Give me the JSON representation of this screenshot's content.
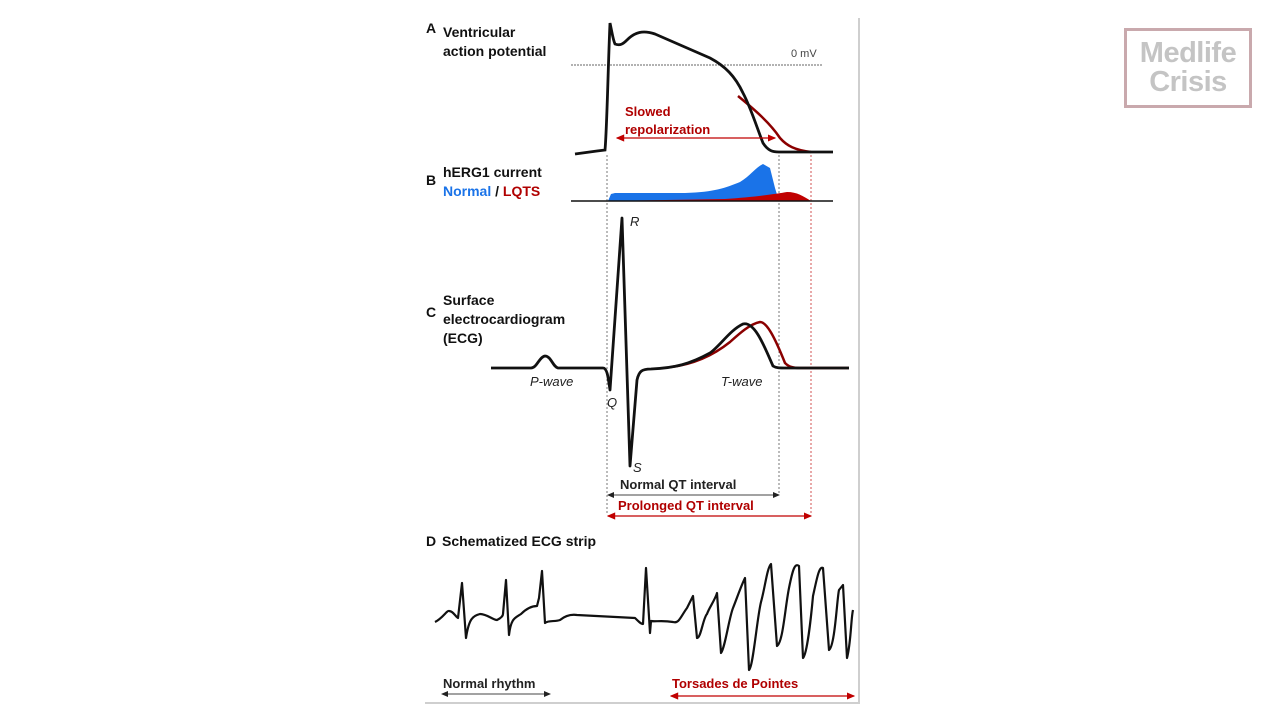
{
  "watermark": {
    "line1": "Medlife",
    "line2": "Crisis",
    "border_color": "#c9a9ad"
  },
  "panels": {
    "A": {
      "letter": "A",
      "title_line1": "Ventricular",
      "title_line2": "action potential",
      "zero_label": "0 mV",
      "annotation_line1": "Slowed",
      "annotation_line2": "repolarization"
    },
    "B": {
      "letter": "B",
      "title": "hERG1 current",
      "legend_normal": "Normal",
      "legend_sep": "/",
      "legend_lqts": "LQTS"
    },
    "C": {
      "letter": "C",
      "title_line1": "Surface",
      "title_line2": "electrocardiogram",
      "title_line3": "(ECG)",
      "p_wave": "P-wave",
      "t_wave": "T-wave",
      "q": "Q",
      "r": "R",
      "s": "S",
      "normal_qt": "Normal QT interval",
      "prolonged_qt": "Prolonged QT interval"
    },
    "D": {
      "letter": "D",
      "title": "Schematized ECG strip",
      "normal_rhythm": "Normal rhythm",
      "torsades": "Torsades de Pointes"
    }
  },
  "colors": {
    "normal": "#111111",
    "lqts": "#8b0000",
    "lqts_text": "#b00000",
    "herg_normal": "#1a73e8",
    "herg_lqts": "#c00000"
  }
}
